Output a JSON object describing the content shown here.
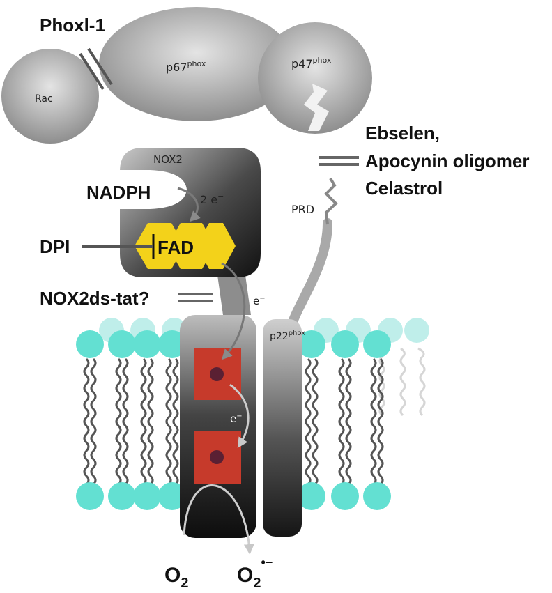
{
  "labels": {
    "phoxi": "Phoxl-1",
    "rac": "Rac",
    "p67": "p67",
    "p67_sup": "phox",
    "p47": "p47",
    "p47_sup": "phox",
    "inhibitors_line1": "Ebselen,",
    "inhibitors_line2": "Apocynin oligomer",
    "inhibitors_line3": "Celastrol",
    "nox2": "NOX2",
    "nadph": "NADPH",
    "two_e": "2 e",
    "two_e_sup": "−",
    "dpi": "DPI",
    "fad": "FAD",
    "prd": "PRD",
    "nox2ds": "NOX2ds-tat?",
    "e_upper": "e",
    "e_upper_sup": "−",
    "p22": "p22",
    "p22_sup": "phox",
    "e_lower": "e",
    "e_lower_sup": "−",
    "o2": "O",
    "o2_sub": "2",
    "o2_minus": "O",
    "o2_minus_sub": "2",
    "o2_minus_sup": "•−"
  },
  "colors": {
    "heme": "#c63a2b",
    "heme_core": "#5a2033",
    "fad": "#f3d21a",
    "lipid_head": "#63e0d2",
    "lipid_head_light": "#bfeeea",
    "protein_gray": "#a9a9a9"
  }
}
